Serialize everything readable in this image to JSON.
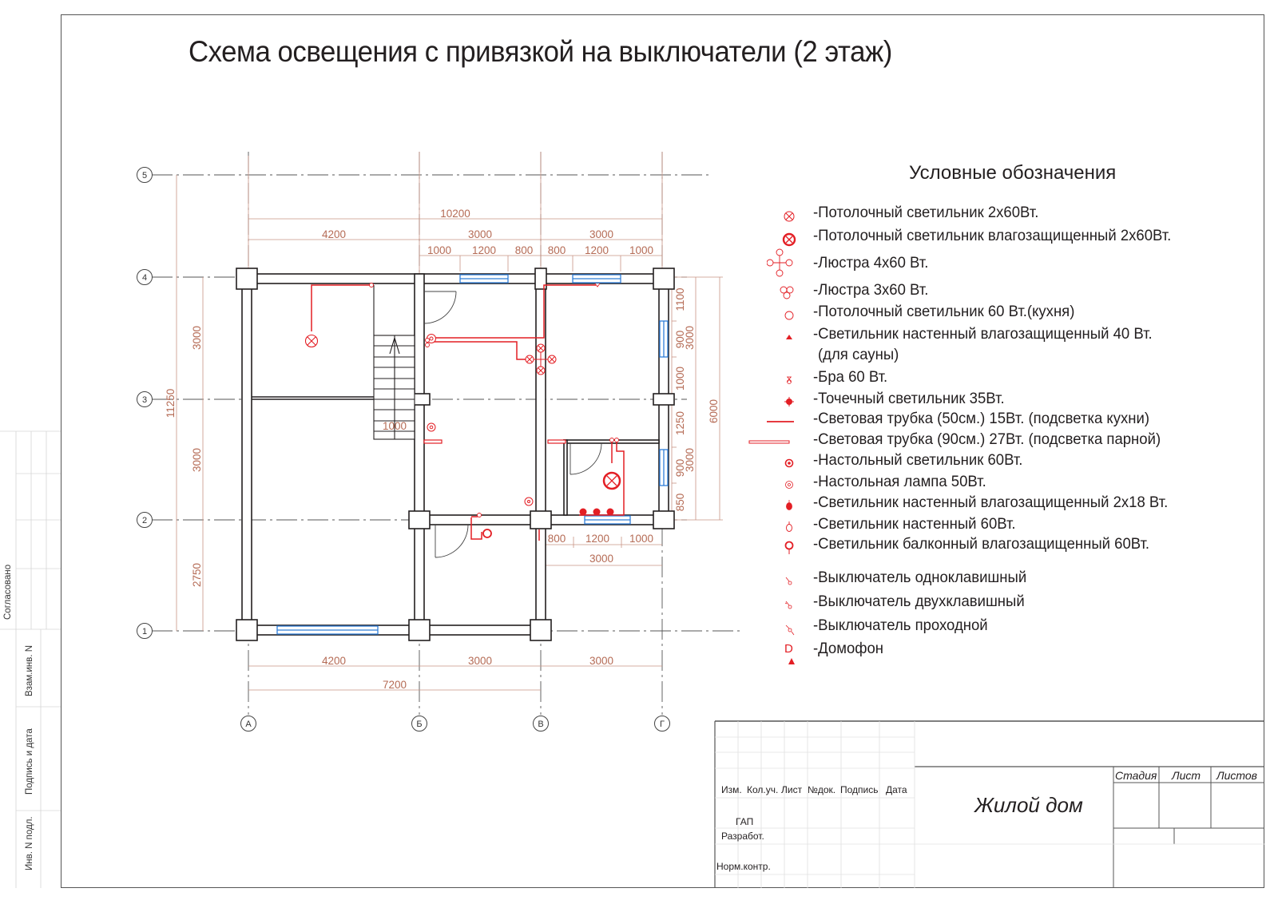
{
  "title": "Схема освещения с привязкой на выключатели (2 этаж)",
  "legend": {
    "title": "Условные обозначения",
    "items": [
      {
        "icon": "ceiling-light-2x60-icon",
        "label": "-Потолочный светильник 2х60Вт."
      },
      {
        "icon": "ceiling-light-waterproof-icon",
        "label": "-Потолочный светильник влагозащищенный 2х60Вт."
      },
      {
        "icon": "chandelier-4x60-icon",
        "label": "-Люстра 4х60 Вт."
      },
      {
        "icon": "chandelier-3x60-icon",
        "label": "-Люстра 3х60 Вт."
      },
      {
        "icon": "ceiling-light-60-kitchen-icon",
        "label": "-Потолочный светильник 60 Вт.(кухня)"
      },
      {
        "icon": "wall-light-waterproof-sauna-icon",
        "label": "-Светильник настенный влагозащищенный 40 Вт."
      },
      {
        "icon": "",
        "label": "(для сауны)"
      },
      {
        "icon": "sconce-icon",
        "label": "-Бра 60 Вт."
      },
      {
        "icon": "spot-light-icon",
        "label": "-Точечный светильник 35Вт."
      },
      {
        "icon": "light-tube-50-icon",
        "label": "-Световая трубка (50см.) 15Вт. (подсветка кухни)"
      },
      {
        "icon": "light-tube-90-icon",
        "label": "-Световая трубка (90см.) 27Вт. (подсветка парной)"
      },
      {
        "icon": "table-light-icon",
        "label": "-Настольный светильник 60Вт."
      },
      {
        "icon": "table-lamp-icon",
        "label": "-Настольная лампа 50Вт."
      },
      {
        "icon": "wall-light-waterproof-2x18-icon",
        "label": "-Светильник настенный влагозащищенный 2х18 Вт."
      },
      {
        "icon": "wall-light-60-icon",
        "label": "-Светильник настенный 60Вт."
      },
      {
        "icon": "balcony-light-icon",
        "label": "-Светильник балконный влагозащищенный 60Вт."
      },
      {
        "icon": "switch-single-icon",
        "label": "-Выключатель одноклавишный"
      },
      {
        "icon": "switch-double-icon",
        "label": "-Выключатель двухклавишный"
      },
      {
        "icon": "switch-passthrough-icon",
        "label": "-Выключатель проходной"
      },
      {
        "icon": "intercom-icon",
        "label": "-Домофон"
      }
    ]
  },
  "plan": {
    "axes_rows": [
      "5",
      "4",
      "3",
      "2",
      "1"
    ],
    "axes_cols": [
      "А",
      "Б",
      "В",
      "Г"
    ],
    "dims_top": {
      "total": "10200",
      "spans": [
        "4200",
        "3000",
        "3000"
      ],
      "sub": [
        "1000",
        "1200",
        "800",
        "800",
        "1200",
        "1000"
      ]
    },
    "dims_left": {
      "total": "11250",
      "spans": [
        "3000",
        "3000",
        "2750"
      ]
    },
    "dims_right": {
      "total": "6000",
      "spans": [
        "3000",
        "3000"
      ],
      "sub": [
        "1100",
        "900",
        "1000",
        "1250",
        "900",
        "850"
      ]
    },
    "dims_bottom": {
      "spans": [
        "4200",
        "3000",
        "3000"
      ],
      "total": "7200"
    },
    "dims_balcony": {
      "sub": [
        "800",
        "1200",
        "1000"
      ],
      "total": "3000"
    },
    "stair_width": "1000"
  },
  "side_strip": {
    "agreed": "Согласовано",
    "replace_inv": "Взам.инв. N",
    "sign_date": "Подпись и дата",
    "inv_orig": "Инв. N подл."
  },
  "stamp": {
    "columns": [
      "Изм.",
      "Кол.уч.",
      "Лист",
      "№док.",
      "Подпись",
      "Дата"
    ],
    "rows": [
      "ГАП",
      "Разработ.",
      "Норм.контр."
    ],
    "project_name": "Жилой дом",
    "stage": "Стадия",
    "sheet": "Лист",
    "sheets": "Листов"
  },
  "colors": {
    "wall": "#231f20",
    "wiring": "#e31e24",
    "dimension": "#b56b55",
    "window": "#2f7ed8",
    "axis": "#555555"
  }
}
